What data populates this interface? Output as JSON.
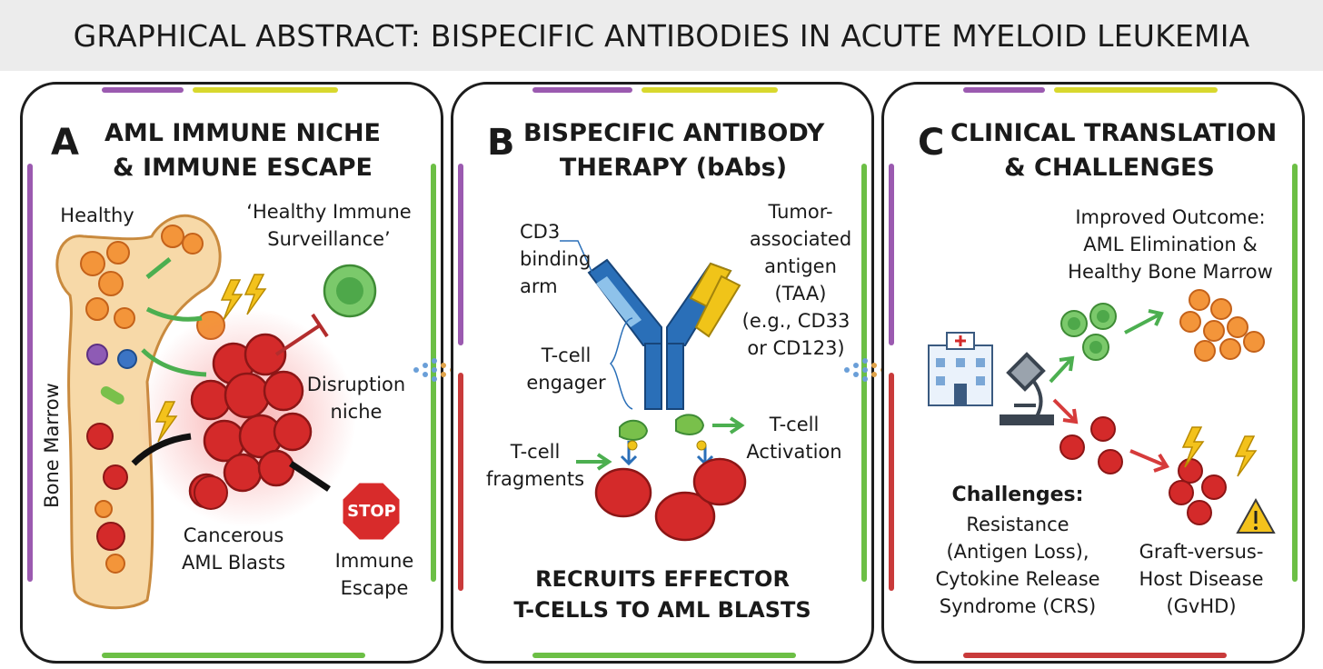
{
  "title": "GRAPHICAL ABSTRACT: BISPECIFIC ANTIBODIES IN ACUTE MYELOID LEUKEMIA",
  "colors": {
    "blast_red": "#d42a2a",
    "healthy_orange": "#f3953a",
    "t_cell_green": "#5bb85b",
    "antibody_blue": "#2a6fb8",
    "antibody_yellow": "#f0c419",
    "arrow_green": "#4caf50",
    "arrow_red": "#d63b3b",
    "frame_purple": "#9b5ab0",
    "frame_green": "#6cbf45",
    "frame_red": "#c93a3a"
  },
  "panel_a": {
    "letter": "A",
    "heading_line1": "AML IMMUNE NICHE",
    "heading_line2": "& IMMUNE ESCAPE",
    "healthy": "Healthy",
    "bone_marrow": "Bone Marrow",
    "surveillance_line1": "‘Healthy Immune",
    "surveillance_line2": "Surveillance’",
    "disruption_line1": "Disruption",
    "disruption_line2": "niche",
    "blasts_line1": "Cancerous",
    "blasts_line2": "AML Blasts",
    "stop_sign": "STOP",
    "escape_line1": "Immune",
    "escape_line2": "Escape"
  },
  "panel_b": {
    "letter": "B",
    "heading_line1": "BISPECIFIC ANTIBODY",
    "heading_line2": "THERAPY (bAbs)",
    "cd3_line1": "CD3",
    "cd3_line2": "binding",
    "cd3_line3": "arm",
    "taa_line1": "Tumor-",
    "taa_line2": "associated",
    "taa_line3": "antigen",
    "taa_line4": "(TAA)",
    "taa_line5": "(e.g., CD33",
    "taa_line6": "or CD123)",
    "engager_line1": "T-cell",
    "engager_line2": "engager",
    "fragments_line1": "T-cell",
    "fragments_line2": "fragments",
    "activation_line1": "T-cell",
    "activation_line2": "Activation",
    "recruits_line1": "RECRUITS EFFECTOR",
    "recruits_line2": "T-CELLS TO AML BLASTS"
  },
  "panel_c": {
    "letter": "C",
    "heading_line1": "CLINICAL TRANSLATION",
    "heading_line2": "& CHALLENGES",
    "outcome_line1": "Improved Outcome:",
    "outcome_line2": "AML Elimination &",
    "outcome_line3": "Healthy Bone Marrow",
    "challenges_title": "Challenges:",
    "challenges_line1": "Resistance",
    "challenges_line2": "(Antigen Loss),",
    "challenges_line3": "Cytokine Release",
    "challenges_line4": "Syndrome (CRS)",
    "gvhd_line1": "Graft-versus-",
    "gvhd_line2": "Host Disease",
    "gvhd_line3": "(GvHD)"
  }
}
